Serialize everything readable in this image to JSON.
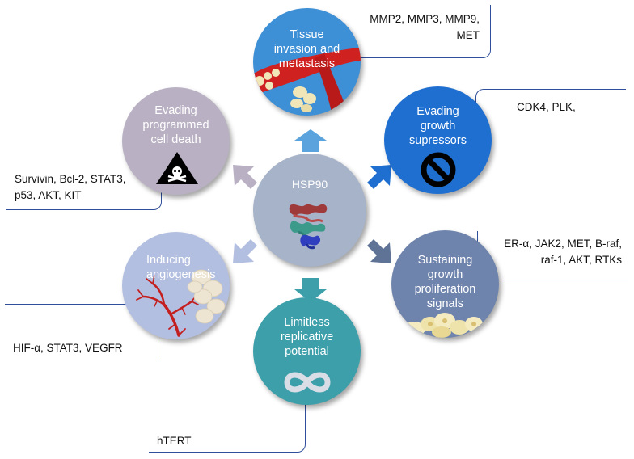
{
  "center": {
    "title": "HSP90"
  },
  "hallmarks": {
    "tissue_invasion": {
      "title": "Tissue\ninvasion and\nmetastasis",
      "genes": "MMP2, MMP3, MMP9,\nMET",
      "icon": "blood-vessel-cells-icon",
      "color": "#3d8fd6"
    },
    "evading_growth_suppressors": {
      "title": "Evading\ngrowth\nsupressors",
      "genes": "CDK4, PLK,",
      "icon": "prohibited-icon",
      "color": "#1f6fd0"
    },
    "sustaining_proliferation": {
      "title": "Sustaining\ngrowth\nproliferation\nsignals",
      "genes": "ER-α, JAK2, MET, B-raf,\nraf-1, AKT, RTKs",
      "icon": "cells-icon",
      "color": "#6f84ad"
    },
    "limitless_replication": {
      "title": "Limitless\nreplicative\npotential",
      "genes": "hTERT",
      "icon": "infinity-icon",
      "color": "#3c9faa"
    },
    "inducing_angiogenesis": {
      "title": "Inducing\nangiogenesis",
      "genes": "HIF-α, STAT3, VEGFR",
      "icon": "blood-vessel-branch-icon",
      "color": "#b3bfe0"
    },
    "evading_cell_death": {
      "title": "Evading\nprogrammed\ncell death",
      "genes": "Survivin, Bcl-2, STAT3,\np53, AKT, KIT",
      "icon": "skull-warning-icon",
      "color": "#b9b1c3"
    }
  }
}
